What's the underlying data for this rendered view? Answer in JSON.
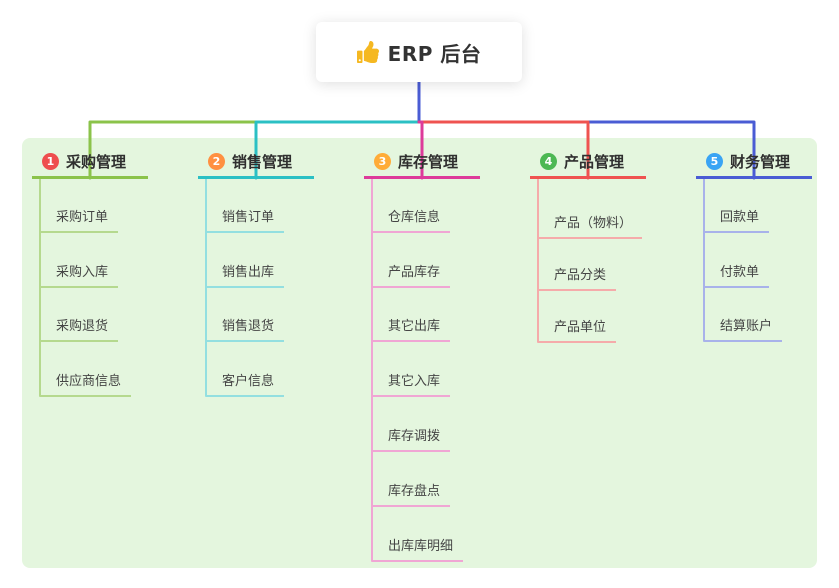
{
  "root": {
    "label": "ERP 后台",
    "icon": "thumbs-up-icon",
    "icon_color": "#f5b821"
  },
  "colors": {
    "canvas_background": "#ffffff",
    "panel_background": "#e4f6de",
    "root_line": "#4a5cd4"
  },
  "branches": [
    {
      "key": "procurement",
      "label": "采购管理",
      "badge": {
        "number": "1",
        "color": "#ee4e4e"
      },
      "line_color": "#8bc34a",
      "child_line_color": "#b5d98e",
      "children": [
        "采购订单",
        "采购入库",
        "采购退货",
        "供应商信息"
      ]
    },
    {
      "key": "sales",
      "label": "销售管理",
      "badge": {
        "number": "2",
        "color": "#ff9041"
      },
      "line_color": "#2bc0c4",
      "child_line_color": "#93dfe0",
      "children": [
        "销售订单",
        "销售出库",
        "销售退货",
        "客户信息"
      ]
    },
    {
      "key": "inventory",
      "label": "库存管理",
      "badge": {
        "number": "3",
        "color": "#ffac38"
      },
      "line_color": "#dd3b9a",
      "child_line_color": "#f0a6d4",
      "children": [
        "仓库信息",
        "产品库存",
        "其它出库",
        "其它入库",
        "库存调拨",
        "库存盘点",
        "出库库明细"
      ]
    },
    {
      "key": "product",
      "label": "产品管理",
      "badge": {
        "number": "4",
        "color": "#4cb853"
      },
      "line_color": "#ef5350",
      "child_line_color": "#f5abaa",
      "children": [
        "产品（物料）",
        "产品分类",
        "产品单位"
      ]
    },
    {
      "key": "finance",
      "label": "财务管理",
      "badge": {
        "number": "5",
        "color": "#3aa4f4"
      },
      "line_color": "#4a5cd4",
      "child_line_color": "#a8b2ea",
      "children": [
        "回款单",
        "付款单",
        "结算账户"
      ]
    }
  ]
}
